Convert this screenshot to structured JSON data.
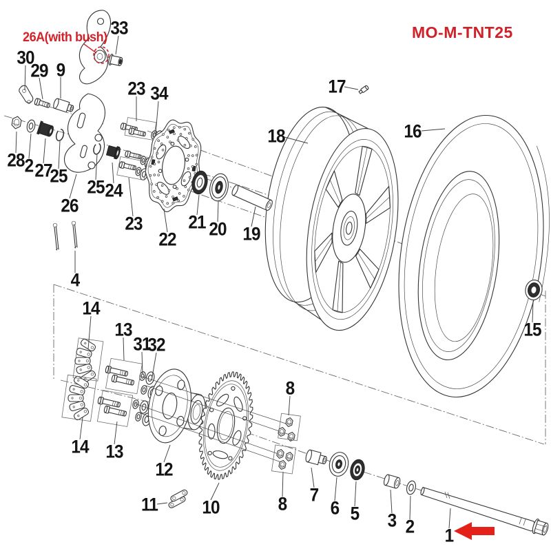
{
  "doc": {
    "model_code": "MO-M-TNT25",
    "bush_note": "26A(with bush)"
  },
  "colors": {
    "accent_red": "#d2232a",
    "arrow_red": "#e32119",
    "line": "#333333"
  },
  "icons": {
    "pointer": "red-arrow-icon",
    "highlight": "red-dashed-circle-icon"
  },
  "labels": {
    "n30": "30",
    "n29": "29",
    "n9": "9",
    "n33": "33",
    "n23a": "23",
    "n34": "34",
    "n17": "17",
    "n18": "18",
    "n16": "16",
    "n28": "28",
    "n2a": "2",
    "n27": "27",
    "n25a": "25",
    "n26": "26",
    "n25b": "25",
    "n24": "24",
    "n23b": "23",
    "n22": "22",
    "n21": "21",
    "n20": "20",
    "n19": "19",
    "n15": "15",
    "n4": "4",
    "n14a": "14",
    "n13a": "13",
    "n31": "31",
    "n32": "32",
    "n14b": "14",
    "n13b": "13",
    "n12": "12",
    "n11": "11",
    "n10": "10",
    "n8a": "8",
    "n8b": "8",
    "n7": "7",
    "n6": "6",
    "n5": "5",
    "n3": "3",
    "n2b": "2",
    "n1": "1"
  }
}
